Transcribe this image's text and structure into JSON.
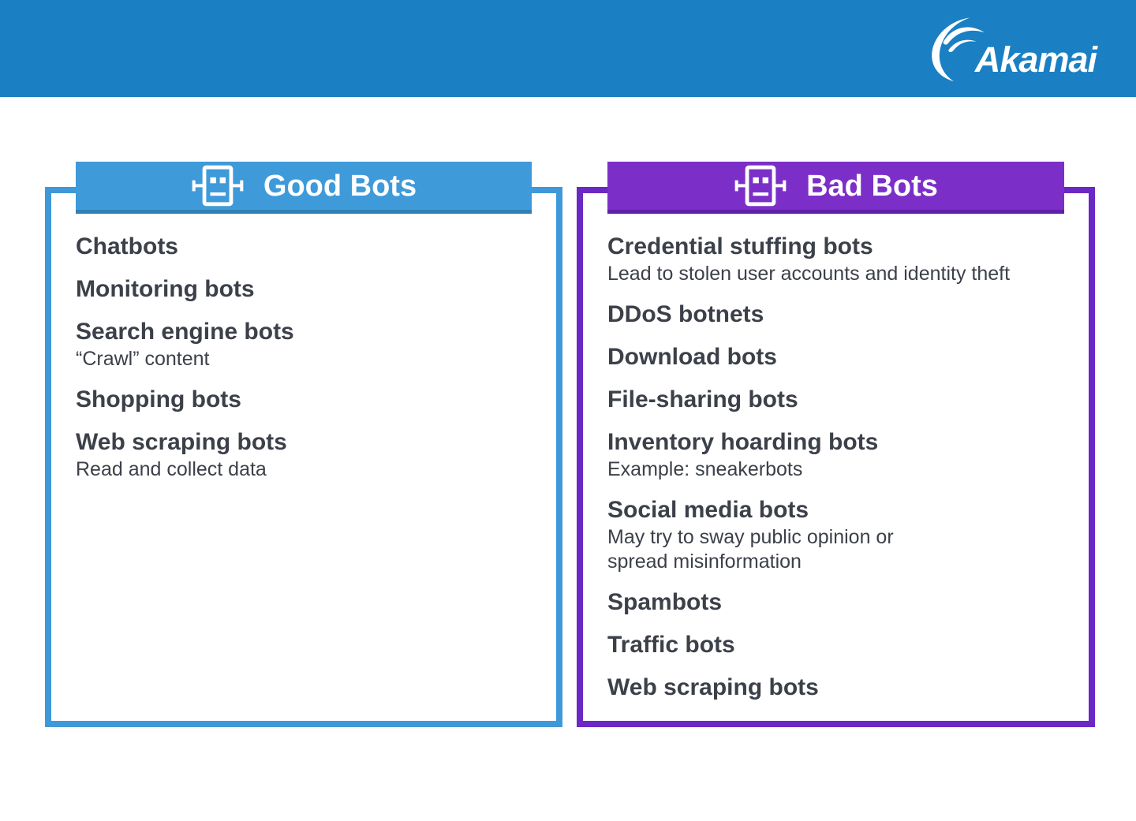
{
  "header": {
    "bar_color": "#1a80c3",
    "logo_text": "Akamai"
  },
  "text_color": "#3c4049",
  "panels": [
    {
      "title": "Good Bots",
      "accent_tab": "#3f9ad9",
      "accent_border": "#3f99d8",
      "accent_edge": "#317fb5",
      "icon": "robot-icon",
      "items": [
        {
          "title": "Chatbots"
        },
        {
          "title": "Monitoring bots"
        },
        {
          "title": "Search engine bots",
          "subtitle": "“Crawl” content"
        },
        {
          "title": "Shopping bots"
        },
        {
          "title": "Web scraping bots",
          "subtitle": "Read and collect data"
        }
      ]
    },
    {
      "title": "Bad Bots",
      "accent_tab": "#7c2fc8",
      "accent_border": "#6c28c4",
      "accent_edge": "#611fa9",
      "icon": "robot-icon",
      "items": [
        {
          "title": "Credential stuffing bots",
          "subtitle": "Lead to stolen user accounts and identity theft"
        },
        {
          "title": "DDoS botnets"
        },
        {
          "title": "Download bots"
        },
        {
          "title": "File-sharing bots"
        },
        {
          "title": "Inventory hoarding bots",
          "subtitle": "Example: sneakerbots"
        },
        {
          "title": "Social media bots",
          "subtitle": "May try to sway public opinion or\nspread misinformation"
        },
        {
          "title": "Spambots"
        },
        {
          "title": "Traffic bots"
        },
        {
          "title": "Web scraping bots"
        }
      ]
    }
  ]
}
